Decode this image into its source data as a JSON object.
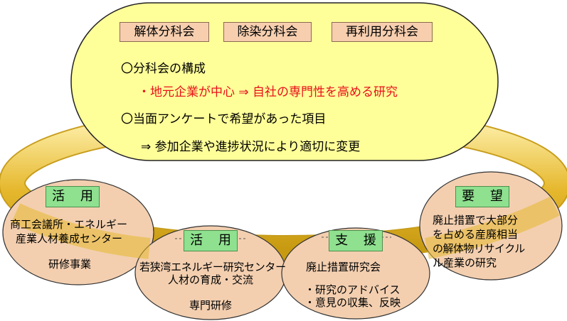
{
  "committees": [
    "解体分科会",
    "除染分科会",
    "再利用分科会"
  ],
  "main": {
    "line1": "〇分科会の構成",
    "line2": "・地元企業が中心 ⇒ 自社の専門性を高める研究",
    "line3": "〇当面アンケートで希望があった項目",
    "line4": "⇒ 参加企業や進捗状況により適切に変更"
  },
  "nodes": {
    "left": {
      "tag": "活 用",
      "line1": "商工会議所・エネルギー",
      "line2": "産業人材養成センター",
      "line3": "研修事業"
    },
    "center_left": {
      "tag": "活 用",
      "line1": "若狭湾エネルギー研究センター",
      "line2": "人材の育成・交流",
      "line3": "専門研修"
    },
    "center_right": {
      "tag": "支 援",
      "line1": "廃止措置研究会",
      "line2": "・研究のアドバイス",
      "line3": "・意見の収集、反映"
    },
    "right": {
      "tag": "要 望",
      "line1": "廃止措置で大部分",
      "line2": "を占める産廃相当",
      "line3": "の解体物リサイクル",
      "line4": "ル産業の研究"
    }
  },
  "colors": {
    "main_fill": "#ffff99",
    "ring": "#e8c23a",
    "node_fill": "#f7cfaf",
    "tag_fill": "#8fe08f",
    "accent_red": "#e8101a"
  }
}
